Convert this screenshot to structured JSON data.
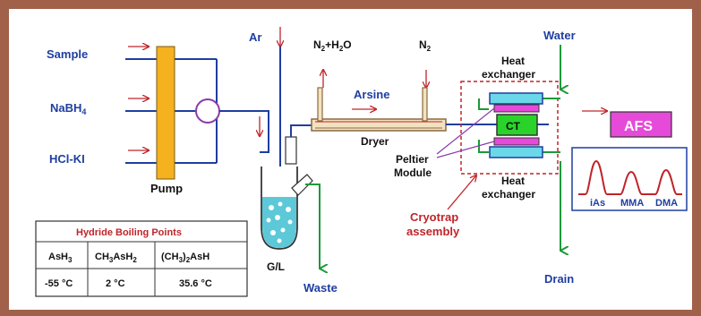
{
  "inputs": {
    "sample": "Sample",
    "nabh4": "NaBH",
    "nabh4_sub": "4",
    "hclki": "HCl-KI"
  },
  "pump": {
    "label": "Pump"
  },
  "gases": {
    "ar": "Ar",
    "n2h2o_a": "N",
    "n2h2o_sub": "2",
    "n2h2o_b": "+H",
    "n2h2o_sub2": "2",
    "n2h2o_c": "O",
    "n2": "N",
    "n2_sub": "2"
  },
  "arsine": "Arsine",
  "dryer": "Dryer",
  "gl": "G/L",
  "waste": "Waste",
  "peltier": {
    "line1": "Peltier",
    "line2": "Module"
  },
  "heat_top": {
    "line1": "Heat",
    "line2": "exchanger"
  },
  "heat_bottom": {
    "line1": "Heat",
    "line2": "exchanger"
  },
  "ct": "CT",
  "water": "Water",
  "drain": "Drain",
  "cryotrap": {
    "line1": "Cryotrap",
    "line2": "assembly"
  },
  "afs": "AFS",
  "chromatogram": {
    "peaks": [
      "iAs",
      "MMA",
      "DMA"
    ]
  },
  "table": {
    "title": "Hydride Boiling Points",
    "headers": [
      {
        "a": "AsH",
        "sub": "3",
        "b": ""
      },
      {
        "a": "CH",
        "sub": "3",
        "b": "AsH",
        "sub2": "2"
      },
      {
        "a": "(CH",
        "sub": "3",
        "b": ")",
        "sub2": "2",
        "c": "AsH"
      }
    ],
    "values": [
      "-55 °C",
      "2 °C",
      "35.6 °C"
    ]
  },
  "colors": {
    "frame": "#a0604a",
    "blue": "#1f3ea0",
    "red": "#c0242a",
    "green": "#1a9a3a",
    "pump": "#f5b21e",
    "magenta": "#e64ad8",
    "ct": "#2ad32a",
    "exchanger": "#6ad8e8",
    "water_fill": "#5cc8d8",
    "dryer": "#f3e2c0"
  }
}
